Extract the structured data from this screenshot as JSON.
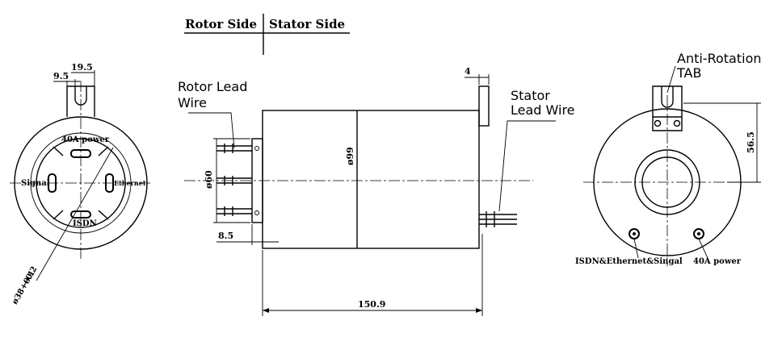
{
  "header": {
    "rotor_side": "Rotor Side",
    "stator_side": "Stator Side"
  },
  "left_view": {
    "dim_19_5": "19.5",
    "dim_9_5": "9.5",
    "label_40a": "40A power",
    "label_signal": "Signal",
    "label_ethernet": "Ethernet",
    "label_isdn": "ISDN",
    "tol_plus": "+0.2",
    "tol_main": "ø38+0.1"
  },
  "side_view": {
    "rotor_lead_line1": "Rotor Lead",
    "rotor_lead_line2": "Wire",
    "stator_lead_line1": "Stator",
    "stator_lead_line2": "Lead Wire",
    "dim_4": "4",
    "dim_60": "ø60",
    "dim_99": "ø99",
    "dim_8_5": "8.5",
    "dim_150_9": "150.9"
  },
  "right_view": {
    "anti_rotation": "Anti-Rotation",
    "tab": "TAB",
    "dim_56_5": "56.5",
    "label_isdn_eth": "ISDN&Ethernet&Singal",
    "label_40a": "40A power"
  }
}
